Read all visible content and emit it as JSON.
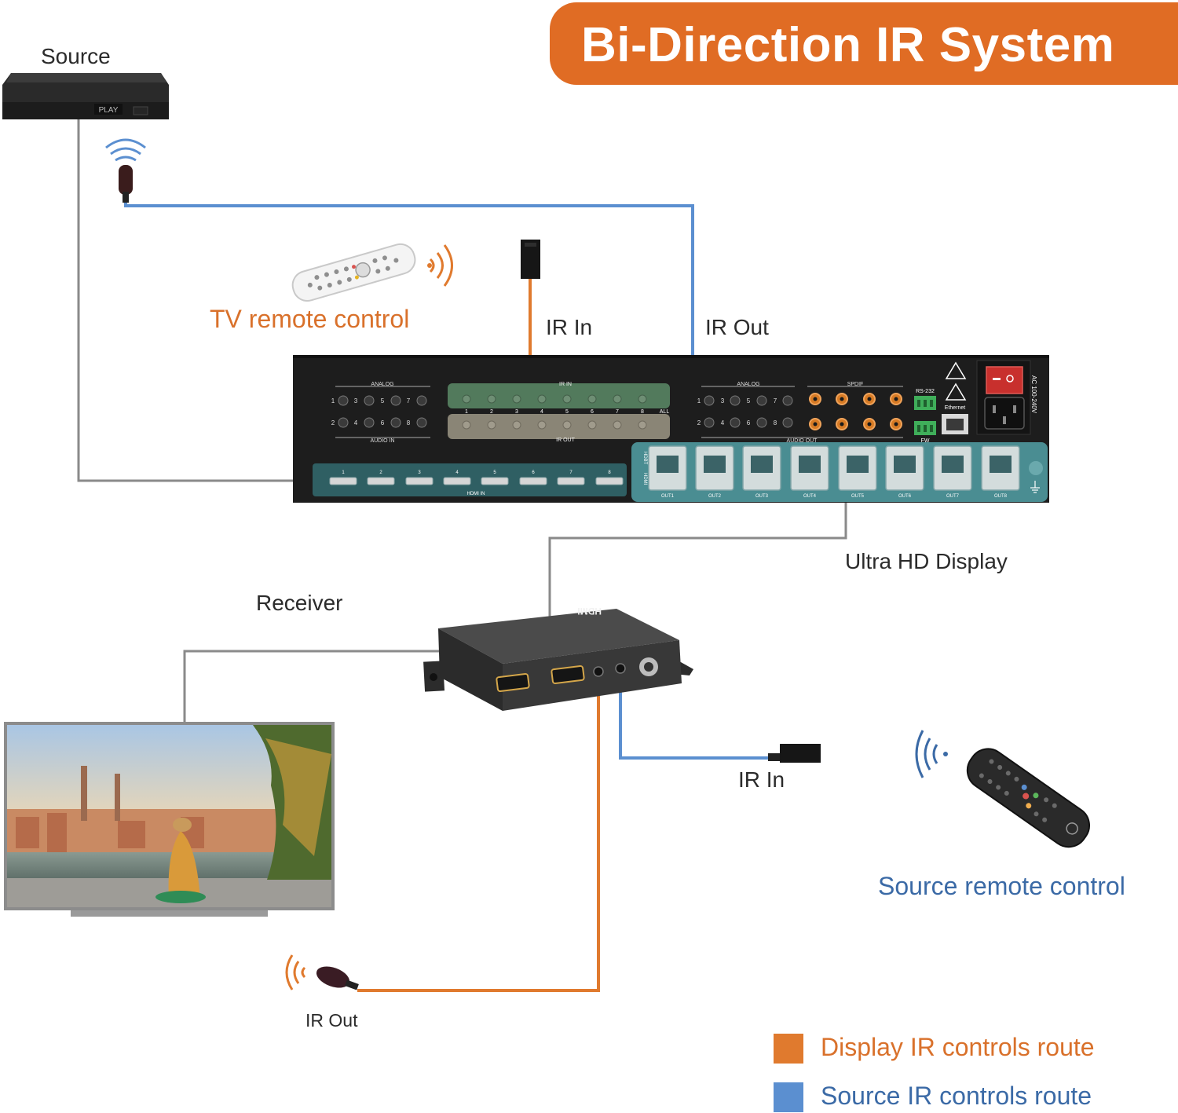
{
  "title": "Bi-Direction IR System",
  "labels": {
    "source": "Source",
    "tv_remote": "TV remote control",
    "ir_in_top": "IR In",
    "ir_out_top": "IR Out",
    "ultra_hd_display": "Ultra HD Display",
    "receiver": "Receiver",
    "ir_in_bottom": "IR In",
    "ir_out_bottom": "IR Out",
    "source_remote": "Source remote control"
  },
  "legend": [
    {
      "label": "Display IR controls route",
      "color": "#e07a2e"
    },
    {
      "label": "Source IR controls route",
      "color": "#5b8fd0"
    }
  ],
  "device_text": {
    "source_display": "PLAY",
    "analog": "ANALOG",
    "audio_in": "AUDIO IN",
    "ir_in": "IR IN",
    "ir_out": "IR OUT",
    "all": "ALL",
    "spdif": "SPDIF",
    "audio_out": "AUDIO OUT",
    "rs232": "RS-232",
    "ethernet": "Ethernet",
    "fw": "FW",
    "power": "AC 100-240V",
    "hdmi_in": "HDMI IN",
    "hdbt": "HDBT",
    "hdmi_logo": "HDMI"
  },
  "colors": {
    "display_route": "#e07a2e",
    "source_route": "#5b8fd0",
    "connector_gray": "#8a8a8a",
    "title_bg": "#e06c24"
  }
}
